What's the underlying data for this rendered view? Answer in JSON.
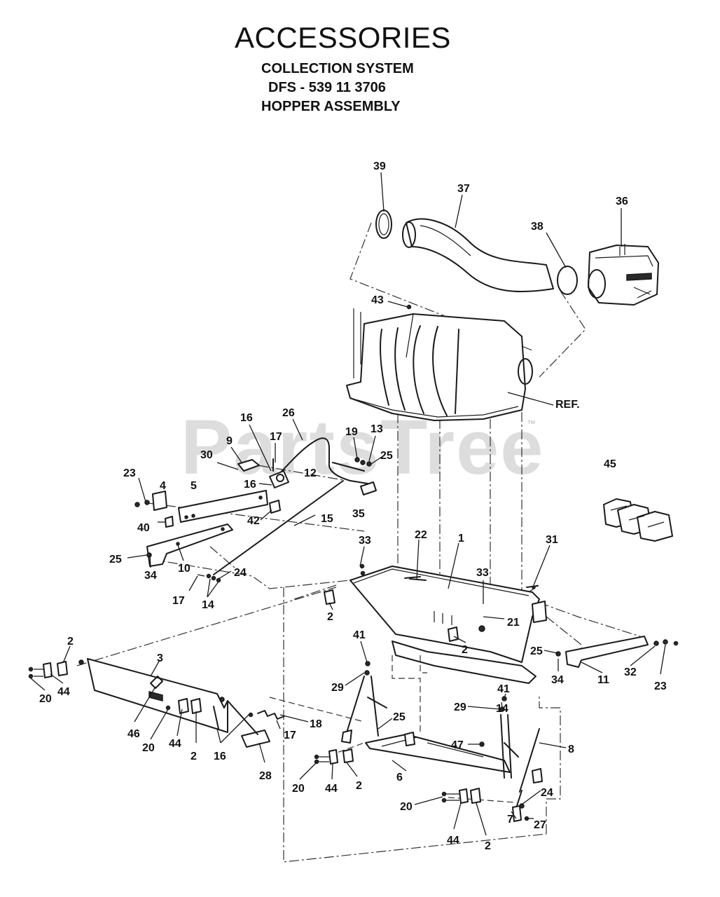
{
  "header": {
    "title": "ACCESSORIES",
    "line1": "COLLECTION SYSTEM",
    "line2": "DFS - 539 11 3706",
    "line3": "HOPPER ASSEMBLY"
  },
  "watermark": {
    "text": "PartsTree",
    "trademark": "™"
  },
  "callouts": [
    "39",
    "37",
    "36",
    "38",
    "43",
    "REF.",
    "16",
    "17",
    "26",
    "19",
    "13",
    "9",
    "30",
    "12",
    "25",
    "45",
    "23",
    "4",
    "5",
    "16",
    "35",
    "42",
    "15",
    "40",
    "22",
    "33",
    "1",
    "31",
    "25",
    "34",
    "10",
    "24",
    "17",
    "14",
    "33",
    "2",
    "21",
    "2",
    "2",
    "3",
    "41",
    "25",
    "34",
    "11",
    "32",
    "23",
    "20",
    "44",
    "29",
    "41",
    "29",
    "14",
    "25",
    "46",
    "20",
    "44",
    "2",
    "16",
    "17",
    "18",
    "28",
    "47",
    "8",
    "6",
    "20",
    "44",
    "2",
    "24",
    "20",
    "7",
    "27",
    "44",
    "2"
  ]
}
